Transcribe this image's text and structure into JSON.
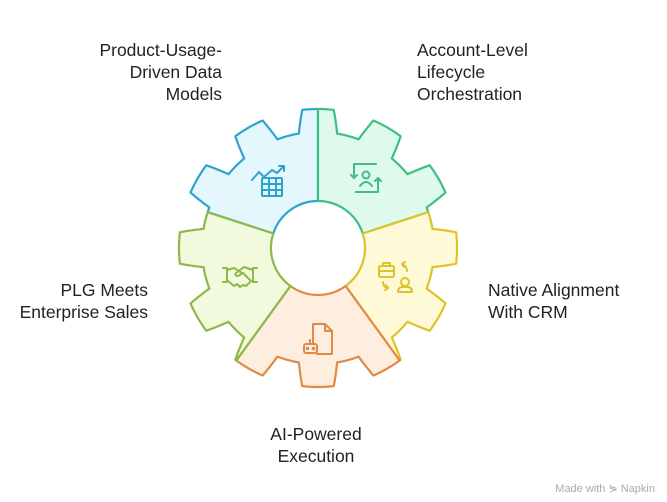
{
  "segments": [
    {
      "id": "product-usage",
      "lines": [
        "Product-Usage-",
        "Driven Data",
        "Models"
      ],
      "icon": "chart-table-icon",
      "stroke": "#2ea3d0",
      "fill": "#e3f7fd"
    },
    {
      "id": "account-level",
      "lines": [
        "Account-Level",
        "Lifecycle",
        "Orchestration"
      ],
      "icon": "user-cycle-icon",
      "stroke": "#3dbf85",
      "fill": "#dffaec"
    },
    {
      "id": "native-alignment",
      "lines": [
        "Native Alignment",
        "With CRM"
      ],
      "icon": "briefcase-user-exchange-icon",
      "stroke": "#dfc22a",
      "fill": "#fef9d6"
    },
    {
      "id": "ai-powered",
      "lines": [
        "AI-Powered",
        "Execution"
      ],
      "icon": "robot-document-icon",
      "stroke": "#e08a45",
      "fill": "#fdeee0"
    },
    {
      "id": "plg-meets",
      "lines": [
        "PLG Meets",
        "Enterprise Sales"
      ],
      "icon": "handshake-icon",
      "stroke": "#8fb84a",
      "fill": "#f1fadc"
    }
  ],
  "watermark": "Made with ⋟ Napkin"
}
